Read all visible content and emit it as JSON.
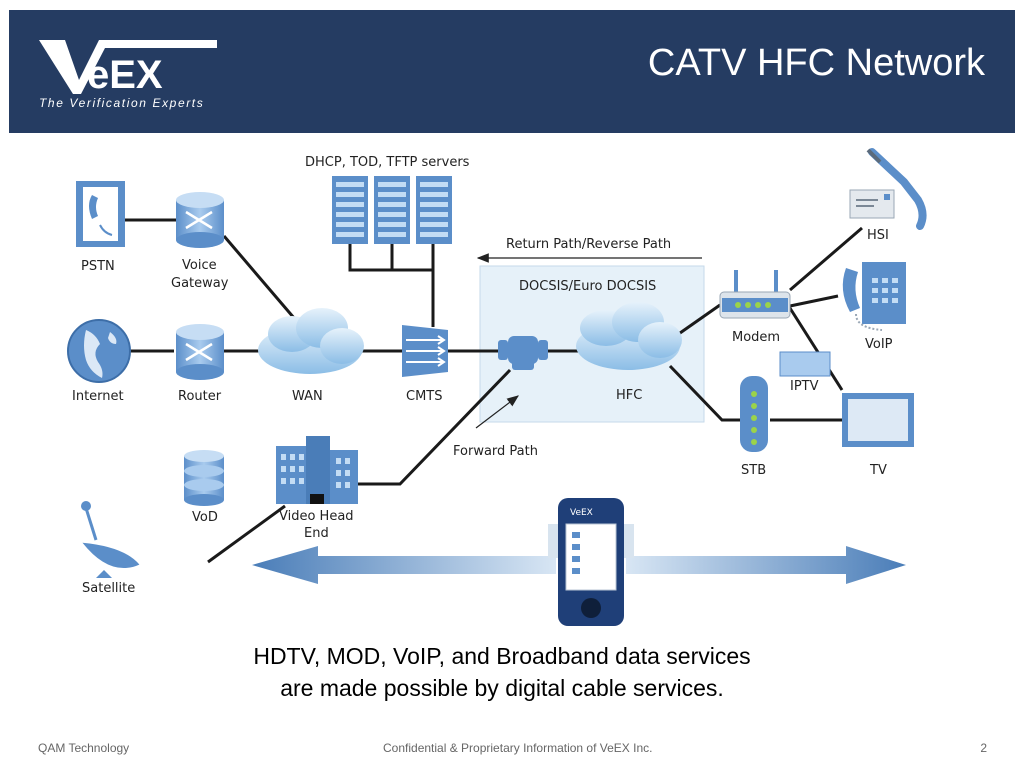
{
  "header": {
    "logo_text": "VeEX",
    "tagline": "The Verification Experts",
    "title": "CATV HFC Network"
  },
  "diagram": {
    "servers_label": "DHCP, TOD, TFTP servers",
    "return_path": "Return Path/Reverse Path",
    "docsis": "DOCSIS/Euro DOCSIS",
    "forward_path": "Forward Path",
    "nodes": {
      "pstn": "PSTN",
      "voice_gateway_1": "Voice",
      "voice_gateway_2": "Gateway",
      "internet": "Internet",
      "router": "Router",
      "wan": "WAN",
      "cmts": "CMTS",
      "hfc": "HFC",
      "hsi": "HSI",
      "modem": "Modem",
      "voip": "VoIP",
      "iptv": "IPTV",
      "stb": "STB",
      "tv": "TV",
      "vod": "VoD",
      "video_head_end_1": "Video Head",
      "video_head_end_2": "End",
      "satellite": "Satellite"
    },
    "device_brand": "VeEX"
  },
  "caption": {
    "line1": "HDTV, MOD, VoIP, and Broadband data services",
    "line2": "are made possible by digital cable services."
  },
  "footer": {
    "left": "QAM Technology",
    "center": "Confidential & Proprietary Information of VeEX Inc.",
    "page": "2"
  },
  "colors": {
    "header_bg": "#253c62",
    "icon_blue": "#5b8ec9",
    "arrow_blue": "#4a7db8"
  }
}
